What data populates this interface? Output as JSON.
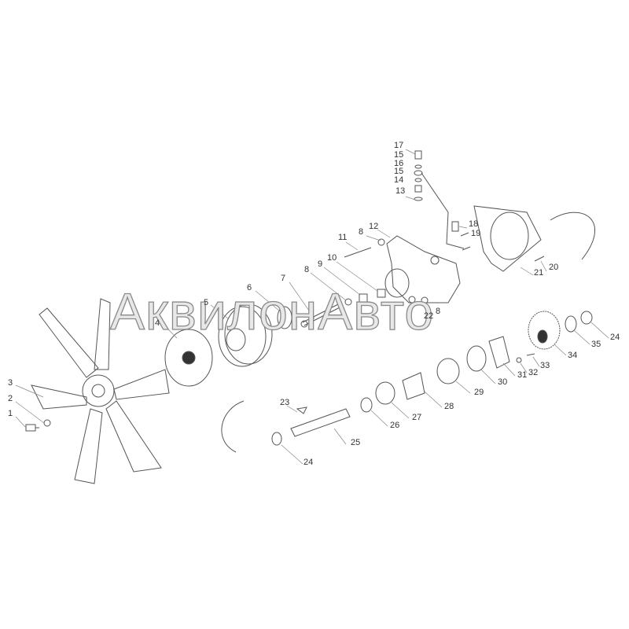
{
  "watermark": "АквилонАвто",
  "callouts": [
    "1",
    "2",
    "3",
    "4",
    "5",
    "6",
    "7",
    "8",
    "9",
    "10",
    "11",
    "8",
    "12",
    "13",
    "14",
    "15",
    "16",
    "15",
    "17",
    "18",
    "19",
    "20",
    "21",
    "22",
    "8",
    "23",
    "24",
    "25",
    "26",
    "27",
    "28",
    "29",
    "30",
    "31",
    "32",
    "33",
    "34",
    "35",
    "24"
  ],
  "colors": {
    "line": "#555555",
    "label": "#333333",
    "watermark": "#999999"
  }
}
